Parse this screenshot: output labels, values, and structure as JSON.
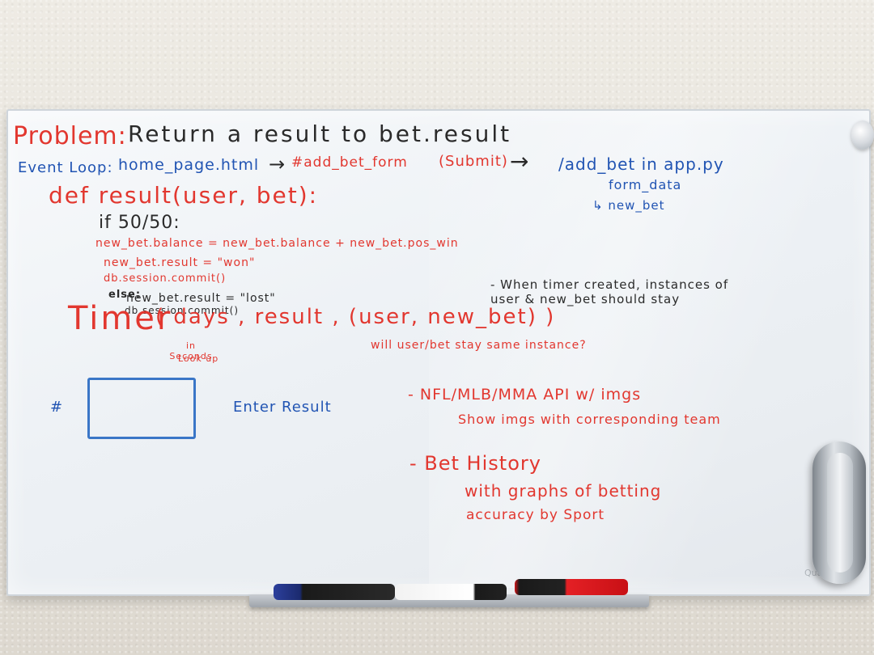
{
  "board": {
    "problem_label": "Problem:",
    "problem_text": "Return a result to bet.result",
    "event_loop": "Event Loop:",
    "event_file": "home_page.html",
    "event_arrow1": "→",
    "event_form": "#add_bet_form",
    "event_submit": "(Submit)",
    "event_arrow2": "→",
    "event_route": "/add_bet in app.py",
    "form_data": "form_data",
    "new_bet": "↳ new_bet",
    "def_line": "def result(user, bet):",
    "if_line": "if 50/50:",
    "code_balance": "new_bet.balance = new_bet.balance + new_bet.pos_win",
    "code_result_won": "new_bet.result = \"won\"",
    "code_commit1": "db.session.commit()",
    "code_else": "else:",
    "code_result_lost": "new_bet.result = \"lost\"",
    "code_commit2": "db.session.commit()",
    "timer_word": "Timer",
    "timer_args": "( days , result , (user, new_bet) )",
    "timer_in_seconds": "in Seconds",
    "timer_lookup": "Look up",
    "timer_note": "- When timer created, instances of user & new_bet should stay",
    "same_instance": "will user/bet stay same instance?",
    "hash_mark": "#",
    "enter_result": "Enter Result",
    "api_line": "- NFL/MLB/MMA API w/ imgs",
    "api_sub": "Show imgs with corresponding team",
    "history": "- Bet History",
    "history_sub1": "with graphs of betting",
    "history_sub2": "accuracy by Sport",
    "board_brand": "Quartet"
  }
}
